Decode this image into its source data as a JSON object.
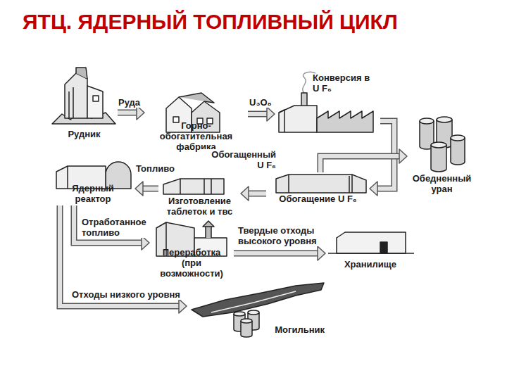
{
  "diagram": {
    "title": "ЯТЦ. ЯДЕРНЫЙ ТОПЛИВНЫЙ ЦИКЛ",
    "nodes": [
      {
        "text": [
          "Рудник"
        ]
      },
      {
        "text": [
          "Горно-обогатительная фабрика"
        ]
      },
      {
        "text": [
          "Конверсия в U F₆"
        ]
      },
      {
        "text": [
          "Обедненный уран"
        ]
      },
      {
        "text": [
          "Обогащение U F₆"
        ]
      },
      {
        "text": [
          "Изготовление таблеток и твс"
        ]
      },
      {
        "text": [
          "Ядерный реактор"
        ]
      },
      {
        "text": [
          "Переработка (при возможности)"
        ]
      },
      {
        "text": [
          "Хранилище"
        ]
      },
      {
        "text": [
          "Могильник"
        ]
      }
    ],
    "edges": [
      {
        "from": 0,
        "to": 1,
        "label": "Руда",
        "arrow": "to"
      },
      {
        "from": 1,
        "to": 2,
        "label": "U₃O₈",
        "arrow": "to"
      },
      {
        "from": 2,
        "to": 4,
        "arrow": "to"
      },
      {
        "from": 4,
        "to": 3,
        "arrow": "to"
      },
      {
        "from": 4,
        "to": 5,
        "label": "Обогащенный U F₆",
        "arrow": "to"
      },
      {
        "from": 5,
        "to": 6,
        "label": "Топливо",
        "arrow": "to"
      },
      {
        "from": 6,
        "to": 7,
        "label": "Отработанное топливо",
        "arrow": "to"
      },
      {
        "from": 7,
        "to": 8,
        "label": "Твердые отходы высокого уровня",
        "arrow": "to"
      },
      {
        "from": 6,
        "to": 9,
        "label": "Отходы низкого уровня",
        "arrow": "to"
      }
    ]
  }
}
